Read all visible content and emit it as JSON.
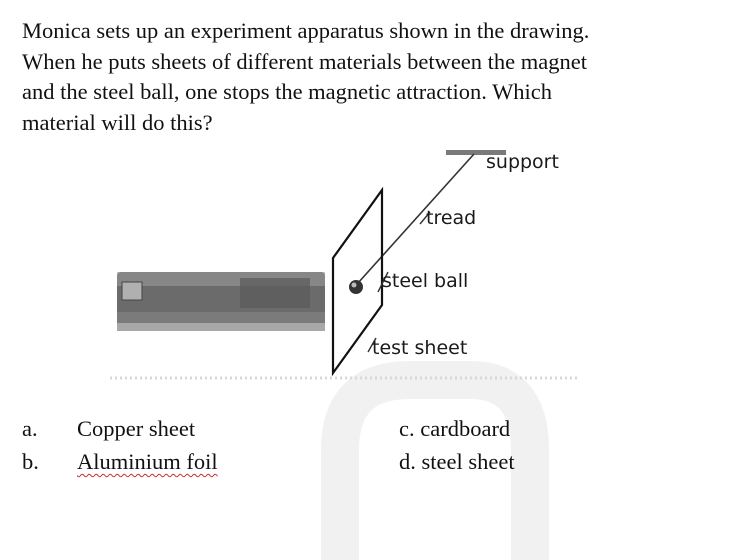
{
  "question": {
    "line1": "Monica sets up an experiment apparatus shown in the drawing.",
    "line2": "When he puts sheets of different materials between the magnet",
    "line3": "and the steel ball, one stops the magnetic attraction. Which",
    "line4": "material will do this?"
  },
  "figure": {
    "support_label": "support",
    "thread_label": "tread",
    "ball_label": "steel ball",
    "sheet_label": "test sheet"
  },
  "options": {
    "a_letter": "a.",
    "a_text": "Copper sheet",
    "b_letter": "b.",
    "b_text": "Aluminium foil",
    "c_text": "c. cardboard",
    "d_text": "d. steel sheet"
  }
}
